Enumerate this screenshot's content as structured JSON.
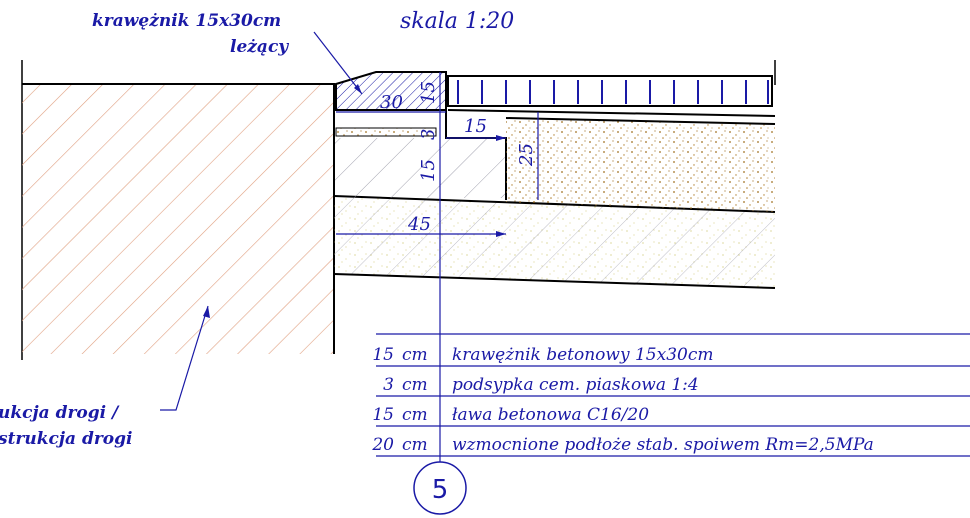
{
  "title": "skala 1:20",
  "callout_top": {
    "line1": "krawężnik 15x30cm",
    "line2": "leżący"
  },
  "callout_left": {
    "line1": "ukcja drogi /",
    "line2": "strukcja drogi"
  },
  "dimensions": {
    "curb_width": "30",
    "curb_height": "15",
    "bedding": "3",
    "bench_top": "15",
    "bench_height": "15",
    "paving_depth": "25",
    "bench_width": "45"
  },
  "layers": [
    {
      "thickness": "15",
      "unit": "cm",
      "description": "krawężnik betonowy 15x30cm"
    },
    {
      "thickness": "3",
      "unit": "cm",
      "description": "podsypka cem. piaskowa 1:4"
    },
    {
      "thickness": "15",
      "unit": "cm",
      "description": "ława betonowa C16/20"
    },
    {
      "thickness": "20",
      "unit": "cm",
      "description": "wzmocnione podłoże stab. spoiwem Rm=2,5MPa"
    }
  ],
  "marker": "5",
  "colors": {
    "annotation": "#1a1aa6",
    "hatch": "#e0a080",
    "sand": "#a07020",
    "outline": "#000000"
  }
}
